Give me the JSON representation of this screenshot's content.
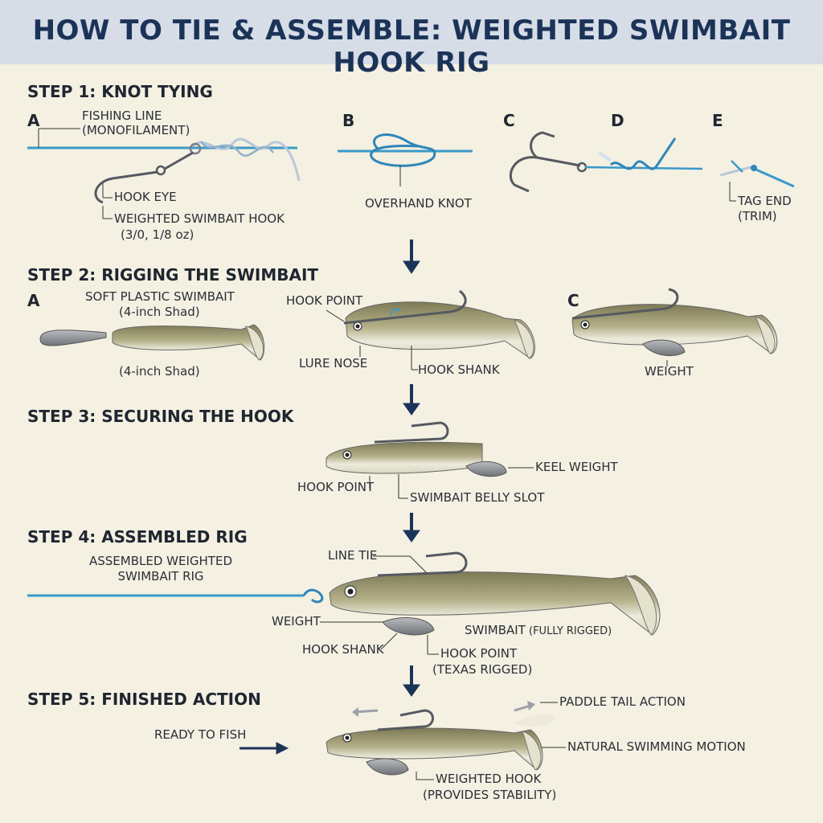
{
  "title": "HOW TO TIE & ASSEMBLE: WEIGHTED SWIMBAIT HOOK RIG",
  "colors": {
    "header_bg": "#d6dde7",
    "title": "#1c3358",
    "line_blue": "#3a9ac8",
    "arrow_navy": "#1c3358",
    "fish_body": "#a9a47e",
    "weight_gray": "#8b8e93"
  },
  "steps": {
    "s1": {
      "heading": "STEP 1: KNOT TYING",
      "letters": [
        "A",
        "B",
        "C",
        "D",
        "E"
      ],
      "a_line": "FISHING LINE",
      "a_line2": "(MONOFILAMENT)",
      "a_eye": "HOOK EYE",
      "a_hook": "WEIGHTED SWIMBAIT HOOK",
      "a_hook2": "(3/0, 1/8 oz)",
      "b_knot": "OVERHAND KNOT",
      "e_tag": "TAG END",
      "e_tag2": "(TRIM)"
    },
    "s2": {
      "heading": "STEP 2: RIGGING THE SWIMBAIT",
      "a_letter": "A",
      "c_letter": "C",
      "bait": "SOFT PLASTIC SWIMBAIT",
      "bait2": "(4-inch Shad)",
      "bait3": "(4-inch Shad)",
      "hook_point": "HOOK POINT",
      "nose": "LURE NOSE",
      "shank": "HOOK SHANK",
      "weight": "WEIGHT"
    },
    "s3": {
      "heading": "STEP 3: SECURING THE HOOK",
      "keel": "KEEL WEIGHT",
      "hook_point": "HOOK POINT",
      "slot": "SWIMBAIT BELLY SLOT"
    },
    "s4": {
      "heading": "STEP 4: ASSEMBLED RIG",
      "assembled": "ASSEMBLED WEIGHTED",
      "assembled2": "SWIMBAIT RIG",
      "line_tie": "LINE TIE",
      "weight": "WEIGHT",
      "swimbait": "SWIMBAIT",
      "fully": "(FULLY RIGGED)",
      "shank": "HOOK SHANK",
      "point": "HOOK POINT",
      "point2": "(TEXAS RIGGED)"
    },
    "s5": {
      "heading": "STEP 5: FINISHED ACTION",
      "ready": "READY TO FISH",
      "paddle": "PADDLE TAIL ACTION",
      "motion": "NATURAL SWIMMING MOTION",
      "weighted": "WEIGHTED HOOK",
      "weighted2": "(PROVIDES STABILITY)"
    }
  }
}
